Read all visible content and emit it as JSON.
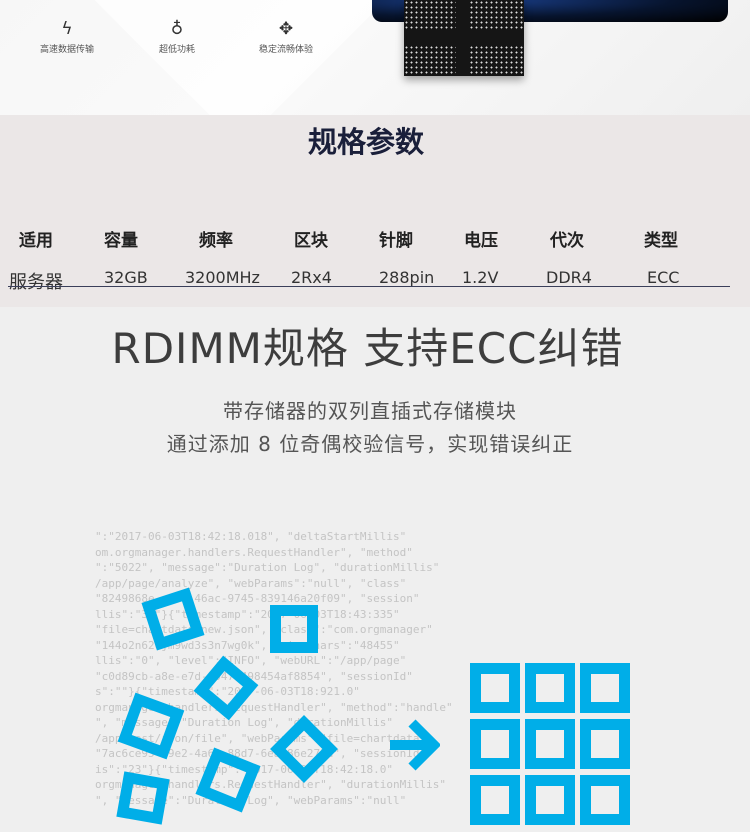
{
  "features": [
    {
      "icon": "lightning-icon",
      "label": "高速数据传输"
    },
    {
      "icon": "lightbulb-icon",
      "label": "超低功耗"
    },
    {
      "icon": "move-arrows-icon",
      "label": "稳定流畅体验"
    }
  ],
  "spec": {
    "title": "规格参数",
    "headers": [
      "适用",
      "容量",
      "频率",
      "区块",
      "针脚",
      "电压",
      "代次",
      "类型"
    ],
    "values": [
      "服务器",
      "32GB",
      "3200MHz",
      "2Rx4",
      "288pin",
      "1.2V",
      "DDR4",
      "ECC"
    ]
  },
  "feature_section": {
    "title": "RDIMM规格 支持ECC纠错",
    "line1": "带存储器的双列直插式存储模块",
    "line2": "通过添加 8 位奇偶校验信号，实现错误纠正"
  },
  "code_lines": [
    "\":\"2017-06-03T18:42:18.018\", \"deltaStartMillis\"",
    "om.orgmanager.handlers.RequestHandler\", \"method\"",
    "\":\"5022\", \"message\":\"Duration Log\", \"durationMillis\"",
    "/app/page/analyze\", \"webParams\":\"null\", \"class\"",
    "\"8249868e-afd8-46ac-9745-839146a20f09\", \"session\"",
    "llis\":\"36\"}{\"timestamp\":\"2017-06-03T18:43:335\"",
    "\"file=chartdata_new.json\", \"class\":\"com.orgmanager\"",
    "\"144o2n620jm9wd3s3n7wg0k\", \"sizeChars\":\"48455\"",
    "llis\":\"0\", \"level\":\"INFO\", \"webURL\":\"/app/page\"",
    "\"c0d89cb-a8e-e7d-8047-498454af8854\", \"sessionId\"",
    "s\":\"\"}{\"timestamp\":\"2017-06-03T18:921.0\"",
    "orgmanager.handlers.RequestHandler\", \"method\":\"handle\"",
    "\", \"message\":\"Duration Log\", \"durationMillis\"",
    "/app/rest/json/file\", \"webParams\":\"file=chartdata\"",
    "\"7ac6ce95-19e2-4a60-88d7-6ead86e273d\", \"sessionId\"",
    "is\":\"23\"}{\"timestamp\":\"2017-06-03T18:42:18.0\"",
    "orgmanager.handlers.RequestHandler\", \"durationMillis\"",
    "\", \"message\":\"Duration Log\", \"webParams\":\"null\""
  ],
  "colors": {
    "accent": "#00aee8",
    "title": "#1a1f3a"
  }
}
